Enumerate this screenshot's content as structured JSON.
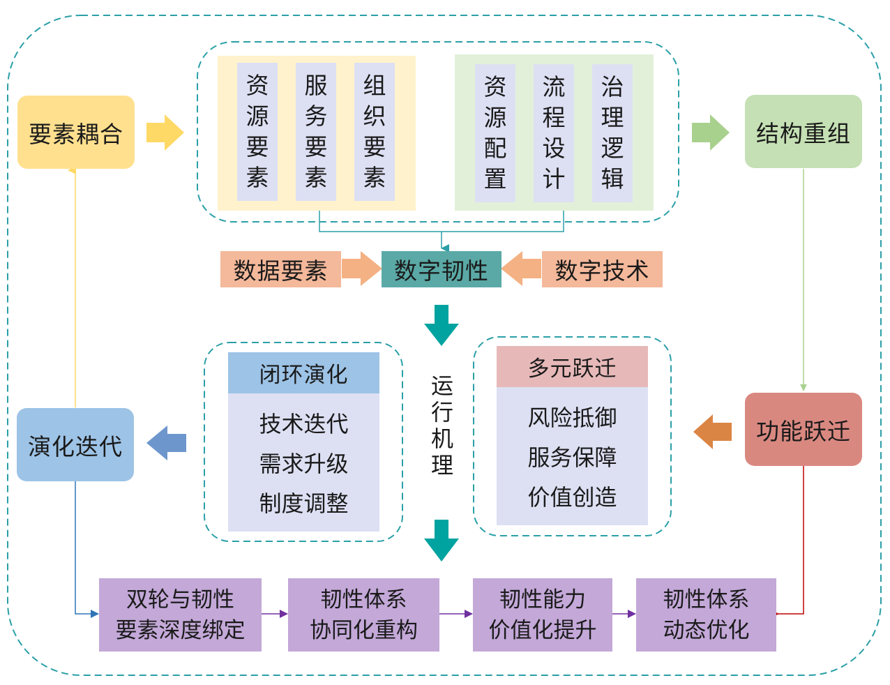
{
  "colors": {
    "teal_dash": "#2a9fa7",
    "yellow": "#ffe08f",
    "yellow_panel": "#fff2cc",
    "green": "#c5e0b4",
    "green_panel": "#e2f0d9",
    "lavender": "#dde0f3",
    "teal": "#5aa9a6",
    "peach": "#f4b89a",
    "blue": "#9dc3e6",
    "red": "#d98880",
    "pink_header": "#e6b9b8",
    "purple": "#c3a8d8",
    "purple_arrow": "#7030a0",
    "orange_arrow": "#db8545",
    "blue_arrow": "#6d97cc"
  },
  "nodes": {
    "coupling": "要素耦合",
    "restructure": "结构重组",
    "leap": "功能跃迁",
    "iterate": "演化迭代",
    "resilience": "数字韧性",
    "data_elements": "数据要素",
    "tech": "数字技术",
    "mechanism": [
      "运",
      "行",
      "机",
      "理"
    ]
  },
  "elements_panel": [
    [
      "资",
      "源",
      "要",
      "素"
    ],
    [
      "服",
      "务",
      "要",
      "素"
    ],
    [
      "组",
      "织",
      "要",
      "素"
    ]
  ],
  "config_panel": [
    [
      "资",
      "源",
      "配",
      "置"
    ],
    [
      "流",
      "程",
      "设",
      "计"
    ],
    [
      "治",
      "理",
      "逻",
      "辑"
    ]
  ],
  "closed_loop": {
    "title": "闭环演化",
    "items": [
      "技术迭代",
      "需求升级",
      "制度调整"
    ]
  },
  "multi_leap": {
    "title": "多元跃迁",
    "items": [
      "风险抵御",
      "服务保障",
      "价值创造"
    ]
  },
  "bottom_flow": [
    [
      "双轮与韧性",
      "要素深度绑定"
    ],
    [
      "韧性体系",
      "协同化重构"
    ],
    [
      "韧性能力",
      "价值化提升"
    ],
    [
      "韧性体系",
      "动态优化"
    ]
  ]
}
